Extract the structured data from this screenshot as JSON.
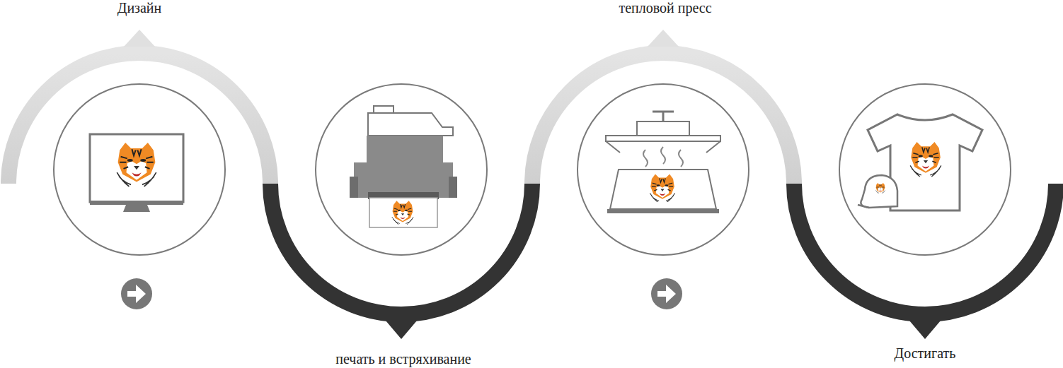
{
  "diagram": {
    "labels": [
      "Дизайн",
      "печать и встряхивание",
      "тепловой пресс",
      "Достигать"
    ]
  }
}
